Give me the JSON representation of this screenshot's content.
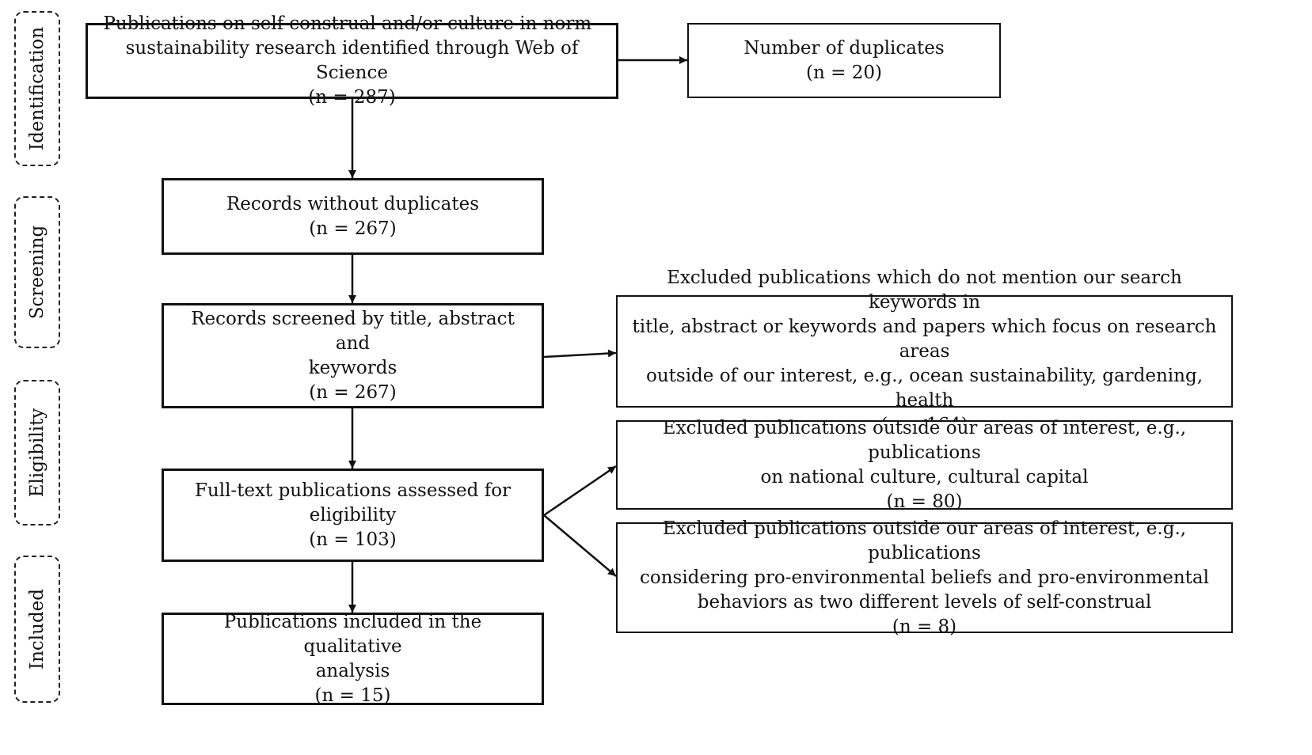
{
  "phases": {
    "identification": "Identification",
    "screening": "Screening",
    "eligibility": "Eligibility",
    "included": "Included"
  },
  "boxes": {
    "identified": {
      "lines": [
        "Publications on self-construal and/or culture in norm–",
        "sustainability research identified through Web of Science"
      ],
      "count": "(n = 287)"
    },
    "duplicates": {
      "lines": [
        "Number of duplicates"
      ],
      "count": "(n = 20)"
    },
    "without_duplicates": {
      "lines": [
        "Records without duplicates"
      ],
      "count": "(n = 267)"
    },
    "screened": {
      "lines": [
        "Records screened by title, abstract and",
        "keywords"
      ],
      "count": "(n = 267)"
    },
    "excluded_screening": {
      "lines": [
        "Excluded publications which do not mention our search keywords in",
        "title, abstract or keywords and papers which focus on research areas",
        "outside of our interest, e.g., ocean sustainability, gardening, health"
      ],
      "count": "(n = 164)"
    },
    "full_text": {
      "lines": [
        "Full-text publications assessed for",
        "eligibility"
      ],
      "count": "(n = 103)"
    },
    "excluded_national": {
      "lines": [
        "Excluded publications outside our areas of interest, e.g., publications",
        "on national culture, cultural capital"
      ],
      "count": "(n = 80)"
    },
    "excluded_levels": {
      "lines": [
        "Excluded publications outside our areas of interest, e.g., publications",
        "considering pro-environmental beliefs and pro-environmental",
        "behaviors as two different levels of self-construal"
      ],
      "count": "(n = 8)"
    },
    "included": {
      "lines": [
        "Publications included in the qualitative",
        "analysis"
      ],
      "count": "(n = 15)"
    }
  }
}
